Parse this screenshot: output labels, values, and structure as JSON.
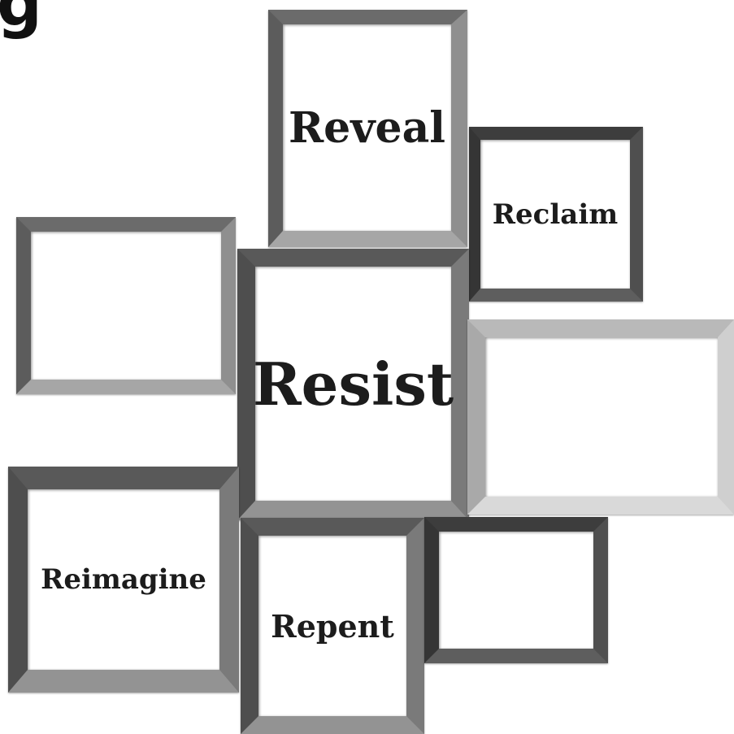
{
  "heading": {
    "visible_fragment": "g"
  },
  "frames": [
    {
      "id": "reveal",
      "label": "Reveal",
      "tone": "mid"
    },
    {
      "id": "reclaim",
      "label": "Reclaim",
      "tone": "dark"
    },
    {
      "id": "blank-left",
      "label": "",
      "tone": "mid"
    },
    {
      "id": "resist",
      "label": "Resist",
      "tone": "grain"
    },
    {
      "id": "blank-right",
      "label": "",
      "tone": "light"
    },
    {
      "id": "reimagine",
      "label": "Reimagine",
      "tone": "grain"
    },
    {
      "id": "repent",
      "label": "Repent",
      "tone": "grain"
    },
    {
      "id": "blank-bottom",
      "label": "",
      "tone": "dark"
    }
  ],
  "colors": {
    "background": "#ffffff",
    "text": "#1c1c1c",
    "frame_mid": "#7a7a7a",
    "frame_dark": "#444444",
    "frame_light": "#c8c8c8"
  }
}
